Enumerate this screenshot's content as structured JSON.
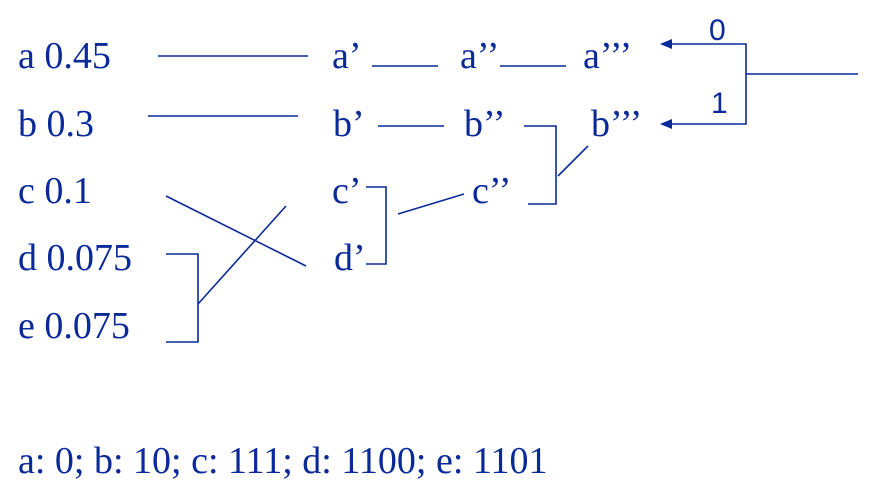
{
  "symbols": [
    {
      "label": "a 0.45"
    },
    {
      "label": "b 0.3"
    },
    {
      "label": "c 0.1"
    },
    {
      "label": "d 0.075"
    },
    {
      "label": "e 0.075"
    }
  ],
  "stage1": [
    "a’",
    "b’",
    "c’",
    "d’"
  ],
  "stage2": [
    "a’’",
    "b’’",
    "c’’"
  ],
  "stage3": [
    "a’’’",
    "b’’’"
  ],
  "bits": {
    "zero": "0",
    "one": "1"
  },
  "codes": "a: 0; b: 10; c: 111; d: 1100; e: 1101",
  "colors": {
    "ink": "#0a2a9a"
  }
}
